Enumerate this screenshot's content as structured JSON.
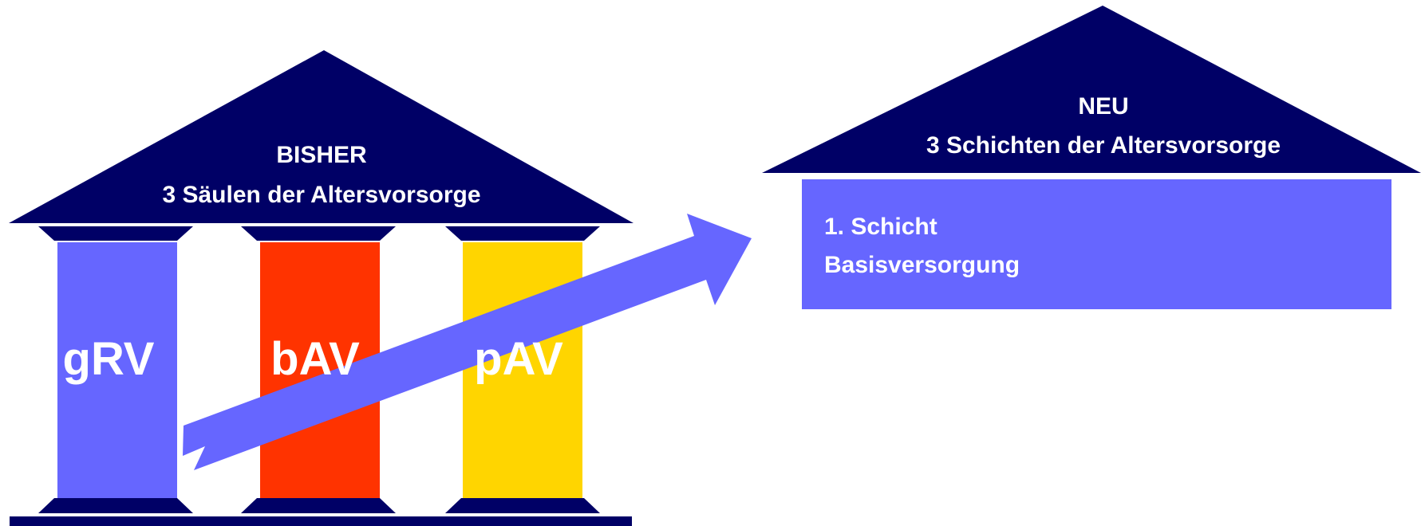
{
  "old_model": {
    "title_line1": "BISHER",
    "title_line2": "3 Säulen der Altersvorsorge",
    "pillars": [
      {
        "label": "gRV",
        "color": "#6666ff"
      },
      {
        "label": "bAV",
        "color": "#ff3300"
      },
      {
        "label": "pAV",
        "color": "#ffd500"
      }
    ]
  },
  "new_model": {
    "title_line1": "NEU",
    "title_line2": "3 Schichten der Altersvorsorge",
    "layers": [
      {
        "line1": "1. Schicht",
        "line2": "Basisversorgung",
        "color": "#6666ff"
      }
    ]
  },
  "colors": {
    "roof": "#000066",
    "arrow": "#6666ff"
  }
}
